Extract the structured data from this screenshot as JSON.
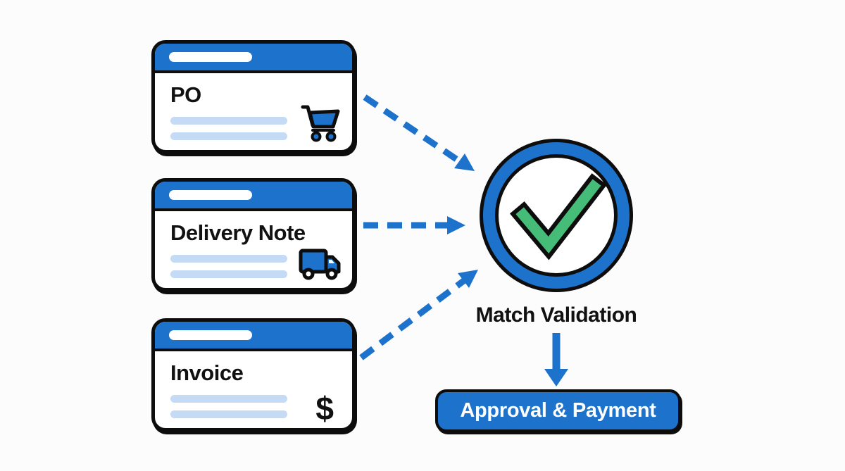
{
  "diagram": {
    "cards": [
      {
        "title": "PO",
        "icon": "shopping-cart-icon"
      },
      {
        "title": "Delivery Note",
        "icon": "delivery-truck-icon"
      },
      {
        "title": "Invoice",
        "icon": "dollar-sign-icon",
        "icon_glyph": "$"
      }
    ],
    "validation": {
      "label": "Match Validation",
      "icon": "check-circle-icon"
    },
    "approval": {
      "label": "Approval & Payment"
    },
    "colors": {
      "primary_blue": "#1d72cc",
      "light_line_blue": "#c5daf4",
      "check_green": "#45bc77",
      "outline_black": "#0d0d0d",
      "background": "#fcfcfc"
    }
  }
}
